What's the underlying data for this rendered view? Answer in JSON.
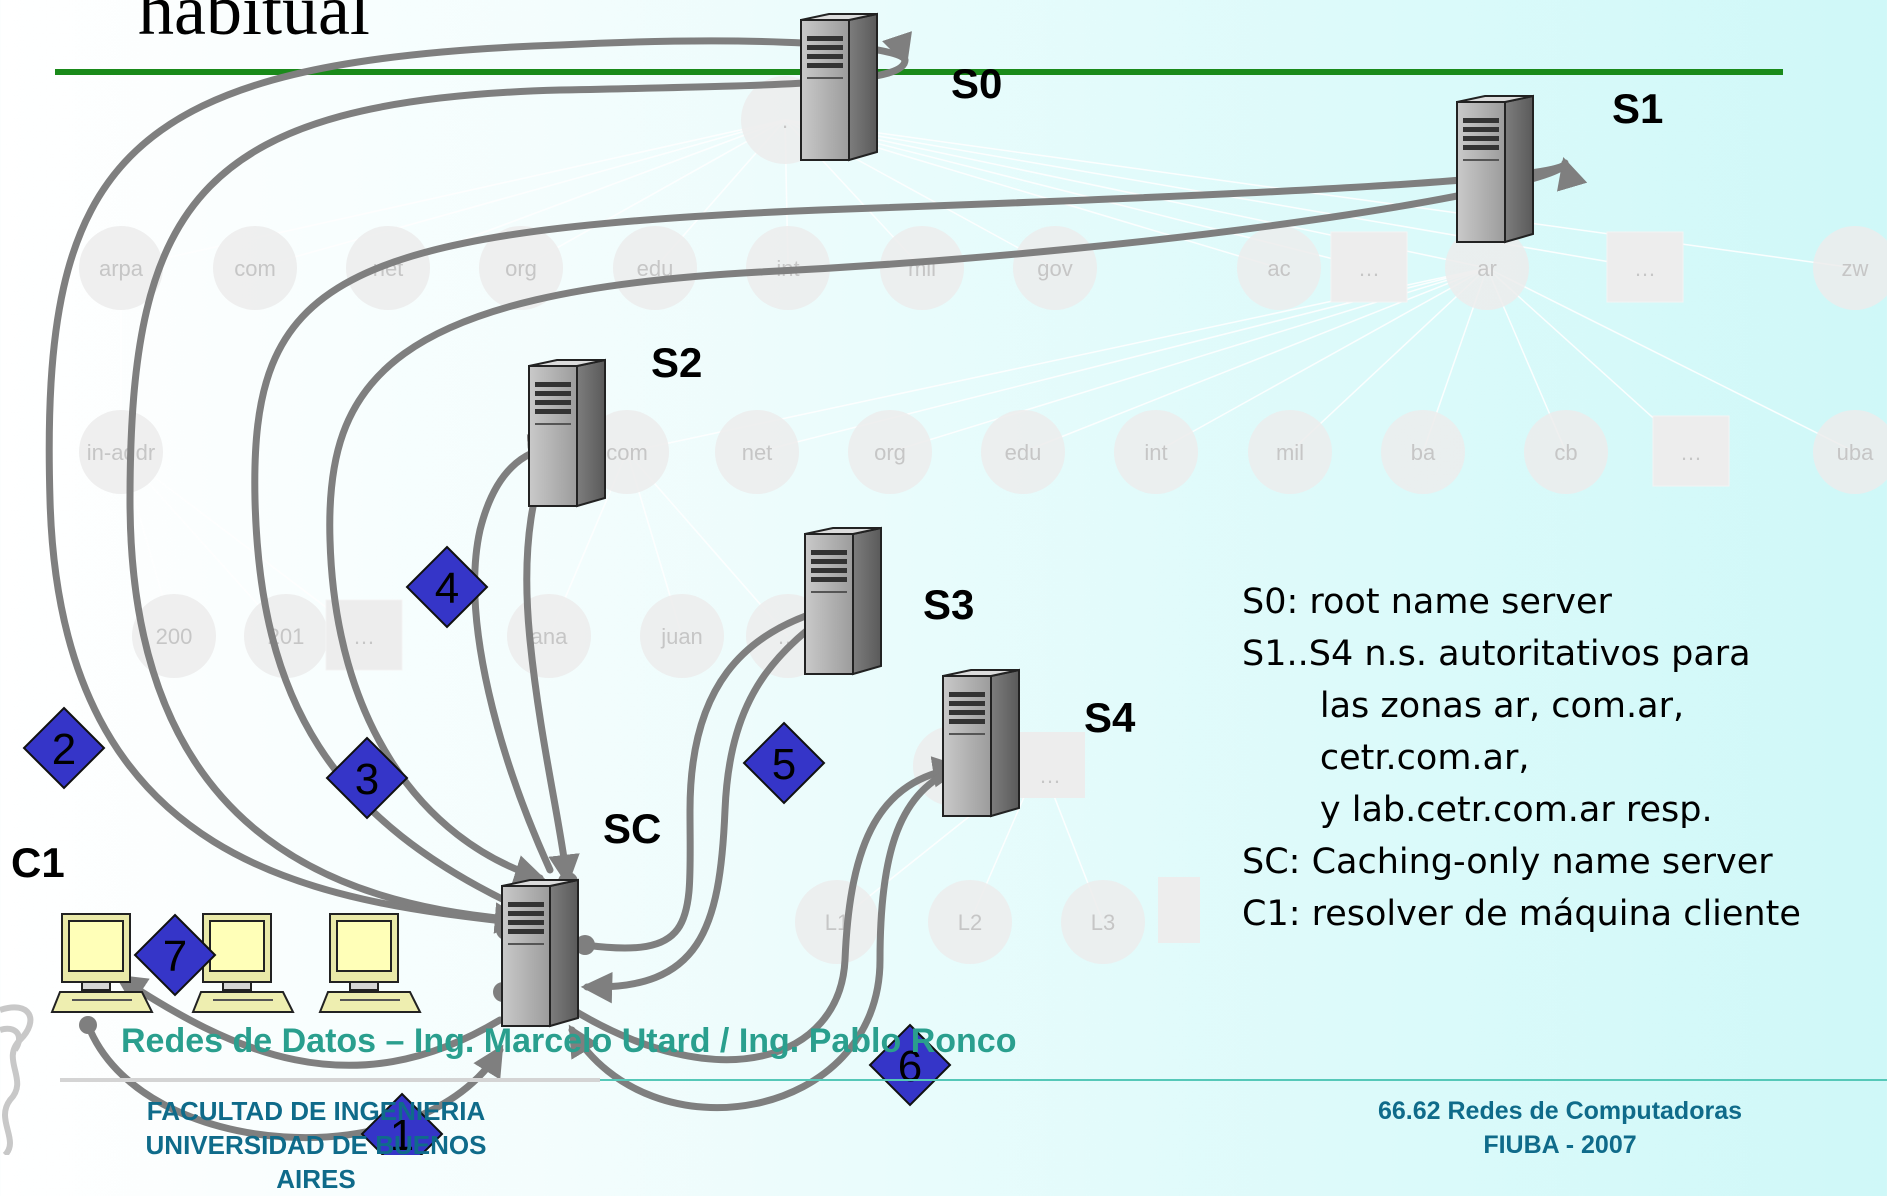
{
  "title": "habitual",
  "servers": {
    "s0": "S0",
    "s1": "S1",
    "s2": "S2",
    "s3": "S3",
    "s4": "S4",
    "sc": "SC",
    "c1": "C1"
  },
  "tree": {
    "root": ".",
    "tld": [
      "arpa",
      "com",
      "net",
      "org",
      "edu",
      "int",
      "mil",
      "gov",
      "ac",
      "…",
      "ar",
      "…",
      "zw"
    ],
    "second": [
      "in-addr",
      "com",
      "net",
      "org",
      "edu",
      "int",
      "mil",
      "ba",
      "cb",
      "…",
      "uba"
    ],
    "third": [
      "200",
      "201",
      "…",
      "ana",
      "juan",
      "…"
    ],
    "fourth": [
      "L1",
      "L2",
      "L3"
    ]
  },
  "steps": [
    "1",
    "2",
    "3",
    "4",
    "5",
    "6",
    "7"
  ],
  "legend": [
    "S0: root name server",
    "S1..S4 n.s. autoritativos para",
    "       las zonas ar, com.ar,",
    "       cetr.com.ar,",
    "       y lab.cetr.com.ar resp.",
    "SC: Caching-only name server",
    "C1: resolver de máquina cliente"
  ],
  "footer": {
    "authors": "Redes de Datos – Ing. Marcelo Utard / Ing. Pablo Ronco",
    "faculty": "FACULTAD DE INGENIERIA",
    "university": "UNIVERSIDAD DE BUENOS AIRES",
    "course": "66.62 Redes de Computadoras",
    "term": "FIUBA - 2007"
  },
  "colors": {
    "title_rule": "#1a8a1a",
    "arrow": "#7f7f7f",
    "step_diamond": "#3535c8",
    "node_fill": "#ececec",
    "footer_teal": "#2a9f8e",
    "footer_blue": "#0f6b8a"
  }
}
